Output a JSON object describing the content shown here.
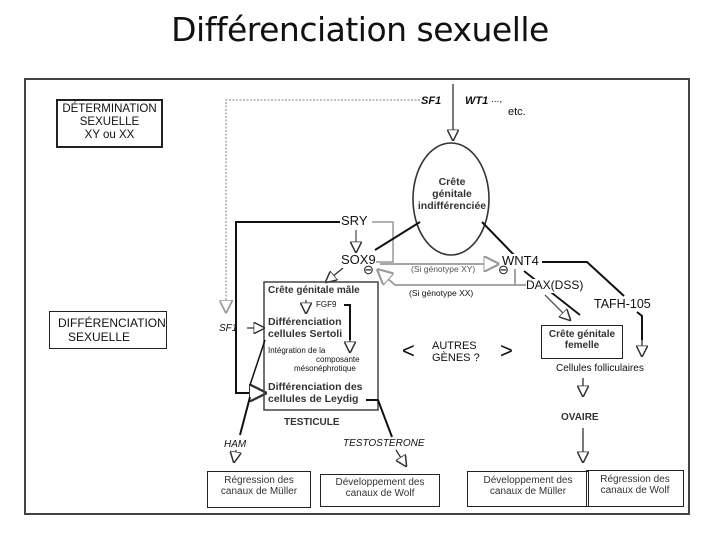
{
  "title": "Différenciation sexuelle",
  "left_labels": {
    "determination": [
      "DÉTERMINATION",
      "SEXUELLE",
      "XY ou XX"
    ],
    "differentiation": [
      "DIFFÉRENCIATION",
      "SEXUELLE"
    ]
  },
  "top_factors": {
    "sf1": "SF1",
    "wt1": "WT1",
    "ellipsis": "...,",
    "etc": "etc."
  },
  "ridge": [
    "Crête",
    "génitale",
    "indifférenciée"
  ],
  "genes": {
    "sry": "SRY",
    "sox9": "SOX9",
    "wnt4": "WNT4",
    "dax": "DAX(DSS)",
    "tafh": "TAFH-105",
    "sf1_left": "SF1",
    "ham": "HAM",
    "testosterone": "TESTOSTERONE",
    "fgf9": "FGF9"
  },
  "inhibition_symbol": "⊖",
  "conditions": {
    "xy": "(Si génotype XY)",
    "xx": "(Si génotype XX)"
  },
  "male_box": {
    "title": "Crête génitale mâle",
    "sertoli": [
      "Différenciation",
      "cellules Sertoli"
    ],
    "integration": [
      "Intégration de la",
      "composante",
      "mésonéphrotique"
    ],
    "leydig": [
      "Différenciation des",
      "cellules de Leydig"
    ],
    "caption": "TESTICULE"
  },
  "other_genes": {
    "left_bracket": "<",
    "right_bracket": ">",
    "lines": [
      "AUTRES",
      "GÈNES ?"
    ]
  },
  "female_box": {
    "title": [
      "Crête génitale",
      "femelle"
    ],
    "follicular": "Cellules folliculaires",
    "ovary": "OVAIRE"
  },
  "outcomes": {
    "male_muller": [
      "Régression des",
      "canaux de Müller"
    ],
    "male_wolf": [
      "Développement des",
      "canaux de Wolf"
    ],
    "female_muller": [
      "Développement des",
      "canaux de Müller"
    ],
    "female_wolf": [
      "Régression des",
      "canaux de Wolf"
    ]
  }
}
